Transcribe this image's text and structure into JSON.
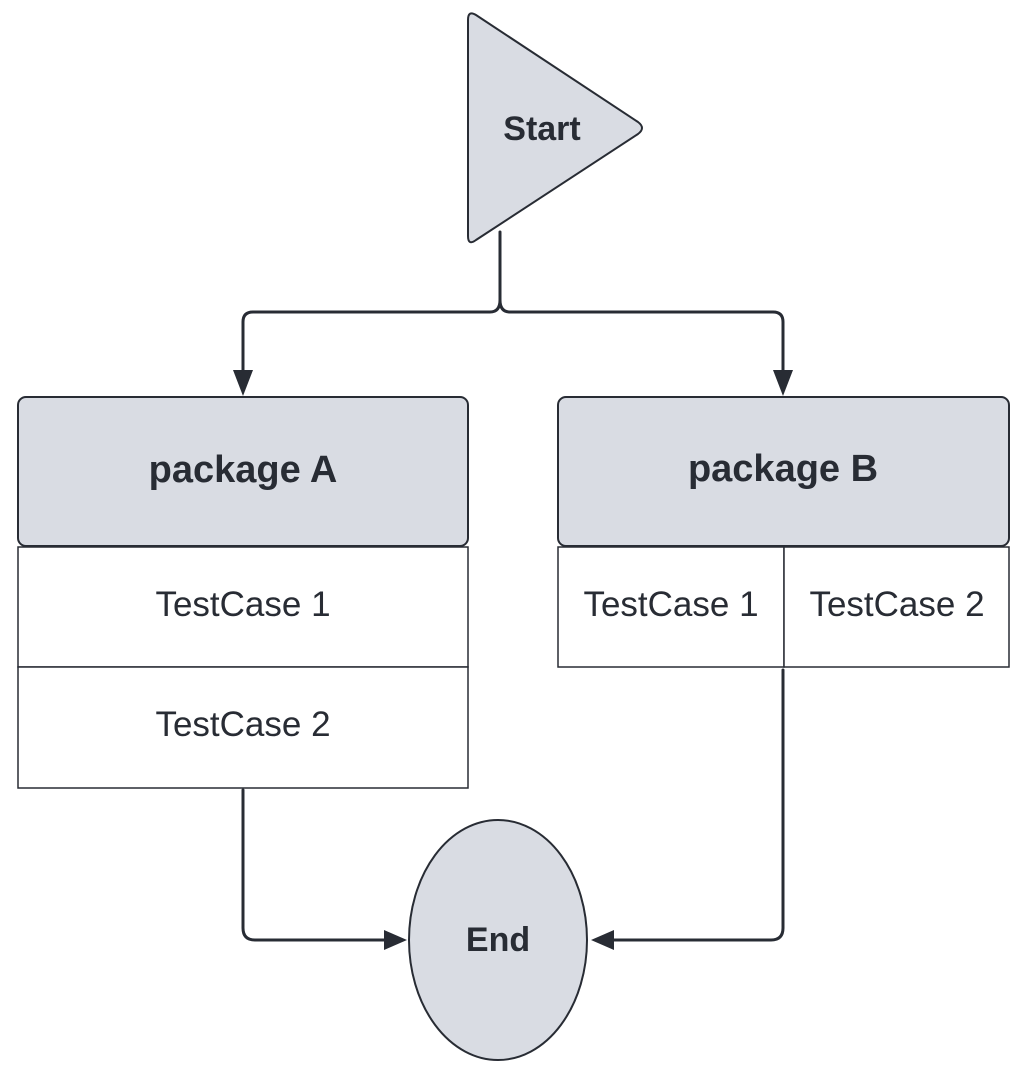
{
  "nodes": {
    "start": {
      "label": "Start"
    },
    "package_a": {
      "title": "package A",
      "test_cases": [
        "TestCase 1",
        "TestCase 2"
      ]
    },
    "package_b": {
      "title": "package B",
      "test_cases": [
        "TestCase 1",
        "TestCase 2"
      ]
    },
    "end": {
      "label": "End"
    }
  },
  "colors": {
    "node_fill": "#d9dce3",
    "stroke": "#282c34",
    "text": "#282c34",
    "cell_fill": "#ffffff"
  }
}
